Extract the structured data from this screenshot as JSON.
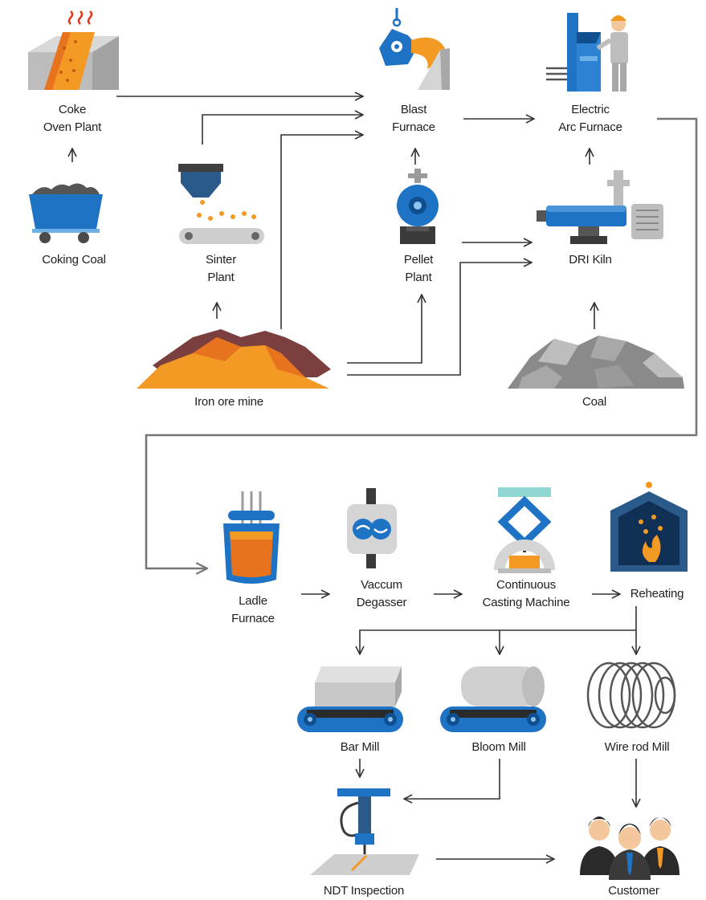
{
  "nodes": {
    "coke_oven": {
      "line1": "Coke",
      "line2": "Oven Plant"
    },
    "coking_coal": {
      "line1": "Coking Coal"
    },
    "sinter": {
      "line1": "Sinter",
      "line2": "Plant"
    },
    "iron_ore": {
      "line1": "Iron ore mine"
    },
    "blast_furnace": {
      "line1": "Blast",
      "line2": "Furnace"
    },
    "pellet": {
      "line1": "Pellet",
      "line2": "Plant"
    },
    "eaf": {
      "line1": "Electric",
      "line2": "Arc Furnace"
    },
    "dri": {
      "line1": "DRI Kiln"
    },
    "coal": {
      "line1": "Coal"
    },
    "ladle": {
      "line1": "Ladle",
      "line2": "Furnace"
    },
    "vacuum": {
      "line1": "Vaccum",
      "line2": "Degasser"
    },
    "casting": {
      "line1": "Continuous",
      "line2": "Casting Machine"
    },
    "reheating": {
      "line1": "Reheating"
    },
    "bar_mill": {
      "line1": "Bar Mill"
    },
    "bloom_mill": {
      "line1": "Bloom Mill"
    },
    "wire_rod": {
      "line1": "Wire rod Mill"
    },
    "ndt": {
      "line1": "NDT Inspection"
    },
    "customer": {
      "line1": "Customer"
    }
  },
  "colors": {
    "blue": "#1f73c4",
    "orange": "#f39a24",
    "dark_orange": "#e8731e",
    "gray": "#bdbdbd",
    "dark_gray": "#555555",
    "brown": "#7b3f3f",
    "arrow": "#333333",
    "loop_arrow": "#777777"
  },
  "icons": {
    "coke_oven": "coke-oven-icon",
    "coking_coal": "coal-cart-icon",
    "sinter": "sinter-hopper-icon",
    "iron_ore": "ore-pile-icon",
    "blast_furnace": "ladle-pour-icon",
    "pellet": "pellet-drum-icon",
    "eaf": "arc-furnace-worker-icon",
    "dri": "rotary-kiln-icon",
    "coal": "coal-pile-icon",
    "ladle": "ladle-furnace-icon",
    "vacuum": "vacuum-degasser-icon",
    "casting": "casting-machine-icon",
    "reheating": "reheating-furnace-icon",
    "bar_mill": "bar-conveyor-icon",
    "bloom_mill": "bloom-conveyor-icon",
    "wire_rod": "wire-coil-icon",
    "ndt": "ndt-probe-icon",
    "customer": "people-group-icon"
  }
}
